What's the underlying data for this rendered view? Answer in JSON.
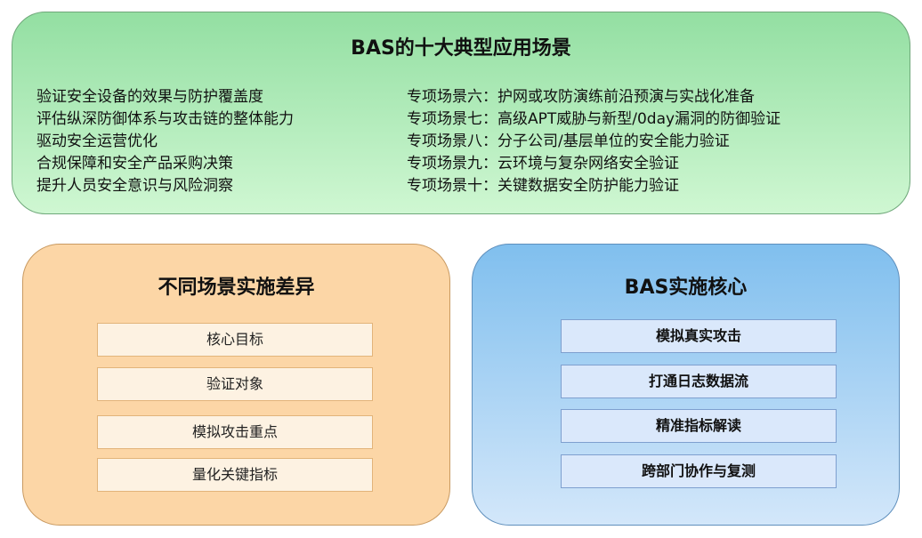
{
  "top_panel": {
    "title": "BAS的十大典型应用场景",
    "left_items": [
      "验证安全设备的效果与防护覆盖度",
      "评估纵深防御体系与攻击链的整体能力",
      "驱动安全运营优化",
      "合规保障和安全产品采购决策",
      "提升人员安全意识与风险洞察"
    ],
    "right_items": [
      "专项场景六：护网或攻防演练前沿预演与实战化准备",
      "专项场景七：高级APT威胁与新型/0day漏洞的防御验证",
      "专项场景八：分子公司/基层单位的安全能力验证",
      "专项场景九：云环境与复杂网络安全验证",
      "专项场景十：关键数据安全防护能力验证"
    ],
    "colors": {
      "fill_top": "#93dfa2",
      "fill_bottom": "#cff7d2",
      "border": "#6fa87a"
    }
  },
  "left_panel": {
    "title": "不同场景实施差异",
    "items": [
      "核心目标",
      "验证对象",
      "模拟攻击重点",
      "量化关键指标"
    ],
    "colors": {
      "fill": "#fcd6a6",
      "item_fill": "#fdf2e2",
      "border": "#c99a61"
    }
  },
  "right_panel": {
    "title": "BAS实施核心",
    "items": [
      "模拟真实攻击",
      "打通日志数据流",
      "精准指标解读",
      "跨部门协作与复测"
    ],
    "colors": {
      "fill_top": "#80bfee",
      "fill_bottom": "#d3e7fa",
      "item_fill": "#dae8fb",
      "border": "#5f8fbc"
    }
  }
}
